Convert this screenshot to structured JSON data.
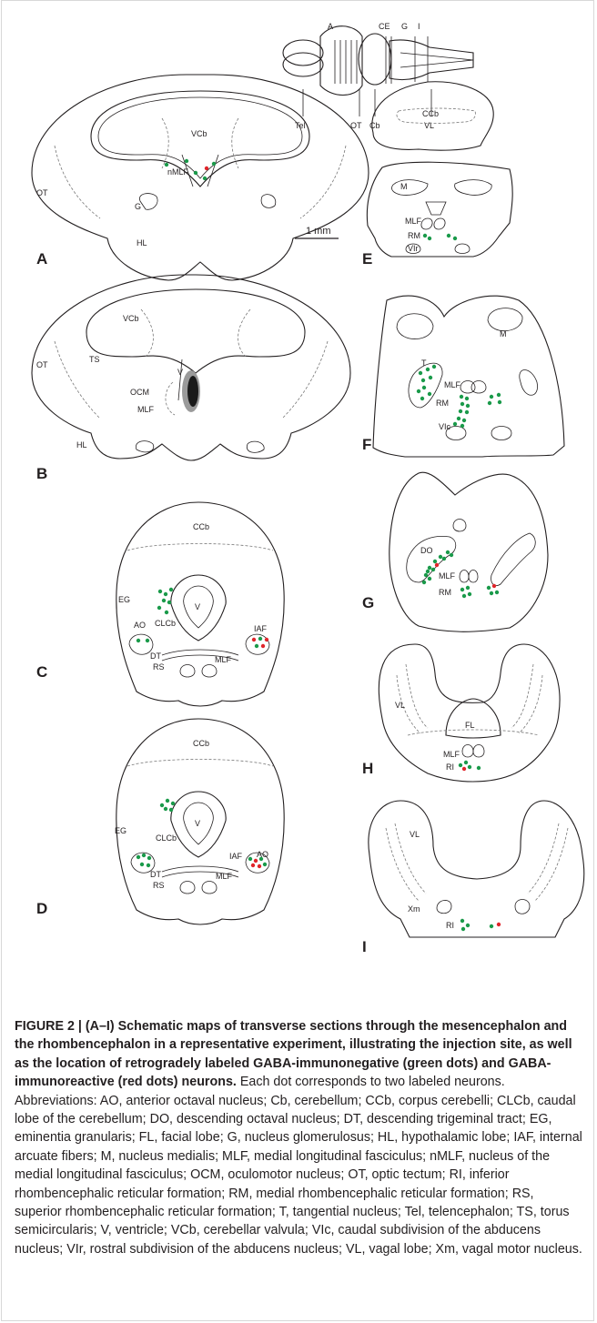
{
  "figure": {
    "panels": [
      "A",
      "B",
      "C",
      "D",
      "E",
      "F",
      "G",
      "H",
      "I"
    ],
    "scale_bar": "1 mm",
    "inset": {
      "top_labels": [
        "A",
        "CE",
        "G",
        "I"
      ],
      "bottom_labels": [
        "Tel",
        "OT",
        "Cb",
        "VL"
      ]
    },
    "labels": {
      "A": [
        "OT",
        "VCb",
        "nMLF",
        "G",
        "HL"
      ],
      "B": [
        "VCb",
        "OT",
        "TS",
        "V",
        "OCM",
        "MLF",
        "HL"
      ],
      "C": [
        "CCb",
        "EG",
        "CLCb",
        "V",
        "AO",
        "IAF",
        "DT",
        "RS",
        "MLF"
      ],
      "D": [
        "CCb",
        "EG",
        "CLCb",
        "V",
        "IAF",
        "AO",
        "DT",
        "RS",
        "MLF"
      ],
      "E": [
        "CCb",
        "M",
        "MLF",
        "RM",
        "VIr"
      ],
      "F": [
        "M",
        "T",
        "MLF",
        "RM",
        "VIc"
      ],
      "G": [
        "DO",
        "MLF",
        "RM"
      ],
      "H": [
        "VL",
        "FL",
        "MLF",
        "RI"
      ],
      "I": [
        "VL",
        "Xm",
        "RI"
      ]
    },
    "colors": {
      "green_dot": "#1a9a4a",
      "red_dot": "#e0252b",
      "injection_site": "#1a1a1a",
      "injection_halo": "#9a9a9a"
    }
  },
  "caption": {
    "title": "FIGURE 2 | (A–I) Schematic maps of transverse sections through the mesencephalon and the rhombencephalon in a representative experiment, illustrating the injection site, as well as the location of retrogradely labeled GABA-immunonegative (green dots) and GABA-immunoreactive (red dots) neurons.",
    "body": " Each dot corresponds to two labeled neurons. Abbreviations: AO, anterior octaval nucleus; Cb, cerebellum; CCb, corpus cerebelli; CLCb, caudal lobe of the cerebellum; DO, descending octaval nucleus; DT, descending trigeminal tract; EG, eminentia granularis; FL, facial lobe; G, nucleus glomerulosus; HL, hypothalamic lobe; IAF, internal arcuate fibers; M, nucleus medialis; MLF, medial longitudinal fasciculus; nMLF, nucleus of the medial longitudinal fasciculus; OCM, oculomotor nucleus; OT, optic tectum; RI, inferior rhombencephalic reticular formation; RM, medial rhombencephalic reticular formation; RS, superior rhombencephalic reticular formation; T, tangential nucleus; Tel, telencephalon; TS, torus semicircularis; V, ventricle; VCb, cerebellar valvula; VIc, caudal subdivision of the abducens nucleus; VIr, rostral subdivision of the abducens nucleus; VL, vagal lobe; Xm, vagal motor nucleus."
  }
}
